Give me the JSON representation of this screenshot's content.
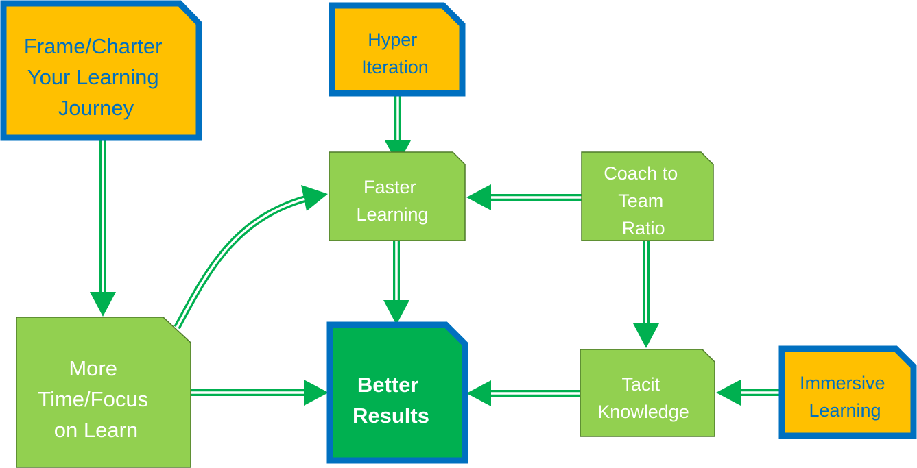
{
  "colors": {
    "orange_fill": "#FFC000",
    "blue_border": "#0070C0",
    "blue_text": "#0070C0",
    "light_green_fill": "#92D050",
    "light_green_border": "#4E7A2A",
    "dark_green_fill": "#00B050",
    "arrow_green": "#00B050",
    "white_text": "#FFFFFF"
  },
  "nodes": {
    "frame_charter": {
      "lines": [
        "Frame/Charter",
        "Your Learning",
        "Journey"
      ]
    },
    "hyper_iteration": {
      "lines": [
        "Hyper",
        "Iteration"
      ]
    },
    "faster_learning": {
      "lines": [
        "Faster",
        "Learning"
      ]
    },
    "coach_ratio": {
      "lines": [
        "Coach to",
        "Team",
        "Ratio"
      ]
    },
    "more_time": {
      "lines": [
        "More",
        "Time/Focus",
        "on Learn"
      ]
    },
    "better_results": {
      "lines": [
        "Better",
        "Results"
      ]
    },
    "tacit_knowledge": {
      "lines": [
        "Tacit",
        "Knowledge"
      ]
    },
    "immersive_learning": {
      "lines": [
        "Immersive",
        "Learning"
      ]
    }
  },
  "edges": [
    {
      "from": "Frame/Charter Your Learning Journey",
      "to": "More Time/Focus on Learn"
    },
    {
      "from": "Hyper Iteration",
      "to": "Faster Learning"
    },
    {
      "from": "Coach to Team Ratio",
      "to": "Faster Learning"
    },
    {
      "from": "More Time/Focus on Learn",
      "to": "Faster Learning"
    },
    {
      "from": "Faster Learning",
      "to": "Better Results"
    },
    {
      "from": "More Time/Focus on Learn",
      "to": "Better Results"
    },
    {
      "from": "Coach to Team Ratio",
      "to": "Tacit Knowledge"
    },
    {
      "from": "Tacit Knowledge",
      "to": "Better Results"
    },
    {
      "from": "Immersive Learning",
      "to": "Tacit Knowledge"
    }
  ]
}
